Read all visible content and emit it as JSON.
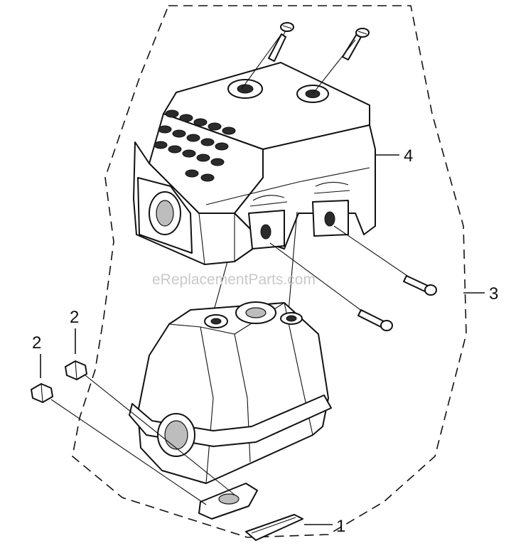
{
  "watermark": "eReplacementParts.com",
  "callouts": [
    {
      "id": "1",
      "label": "1"
    },
    {
      "id": "2a",
      "label": "2"
    },
    {
      "id": "2b",
      "label": "2"
    },
    {
      "id": "3",
      "label": "3"
    },
    {
      "id": "4",
      "label": "4"
    }
  ]
}
